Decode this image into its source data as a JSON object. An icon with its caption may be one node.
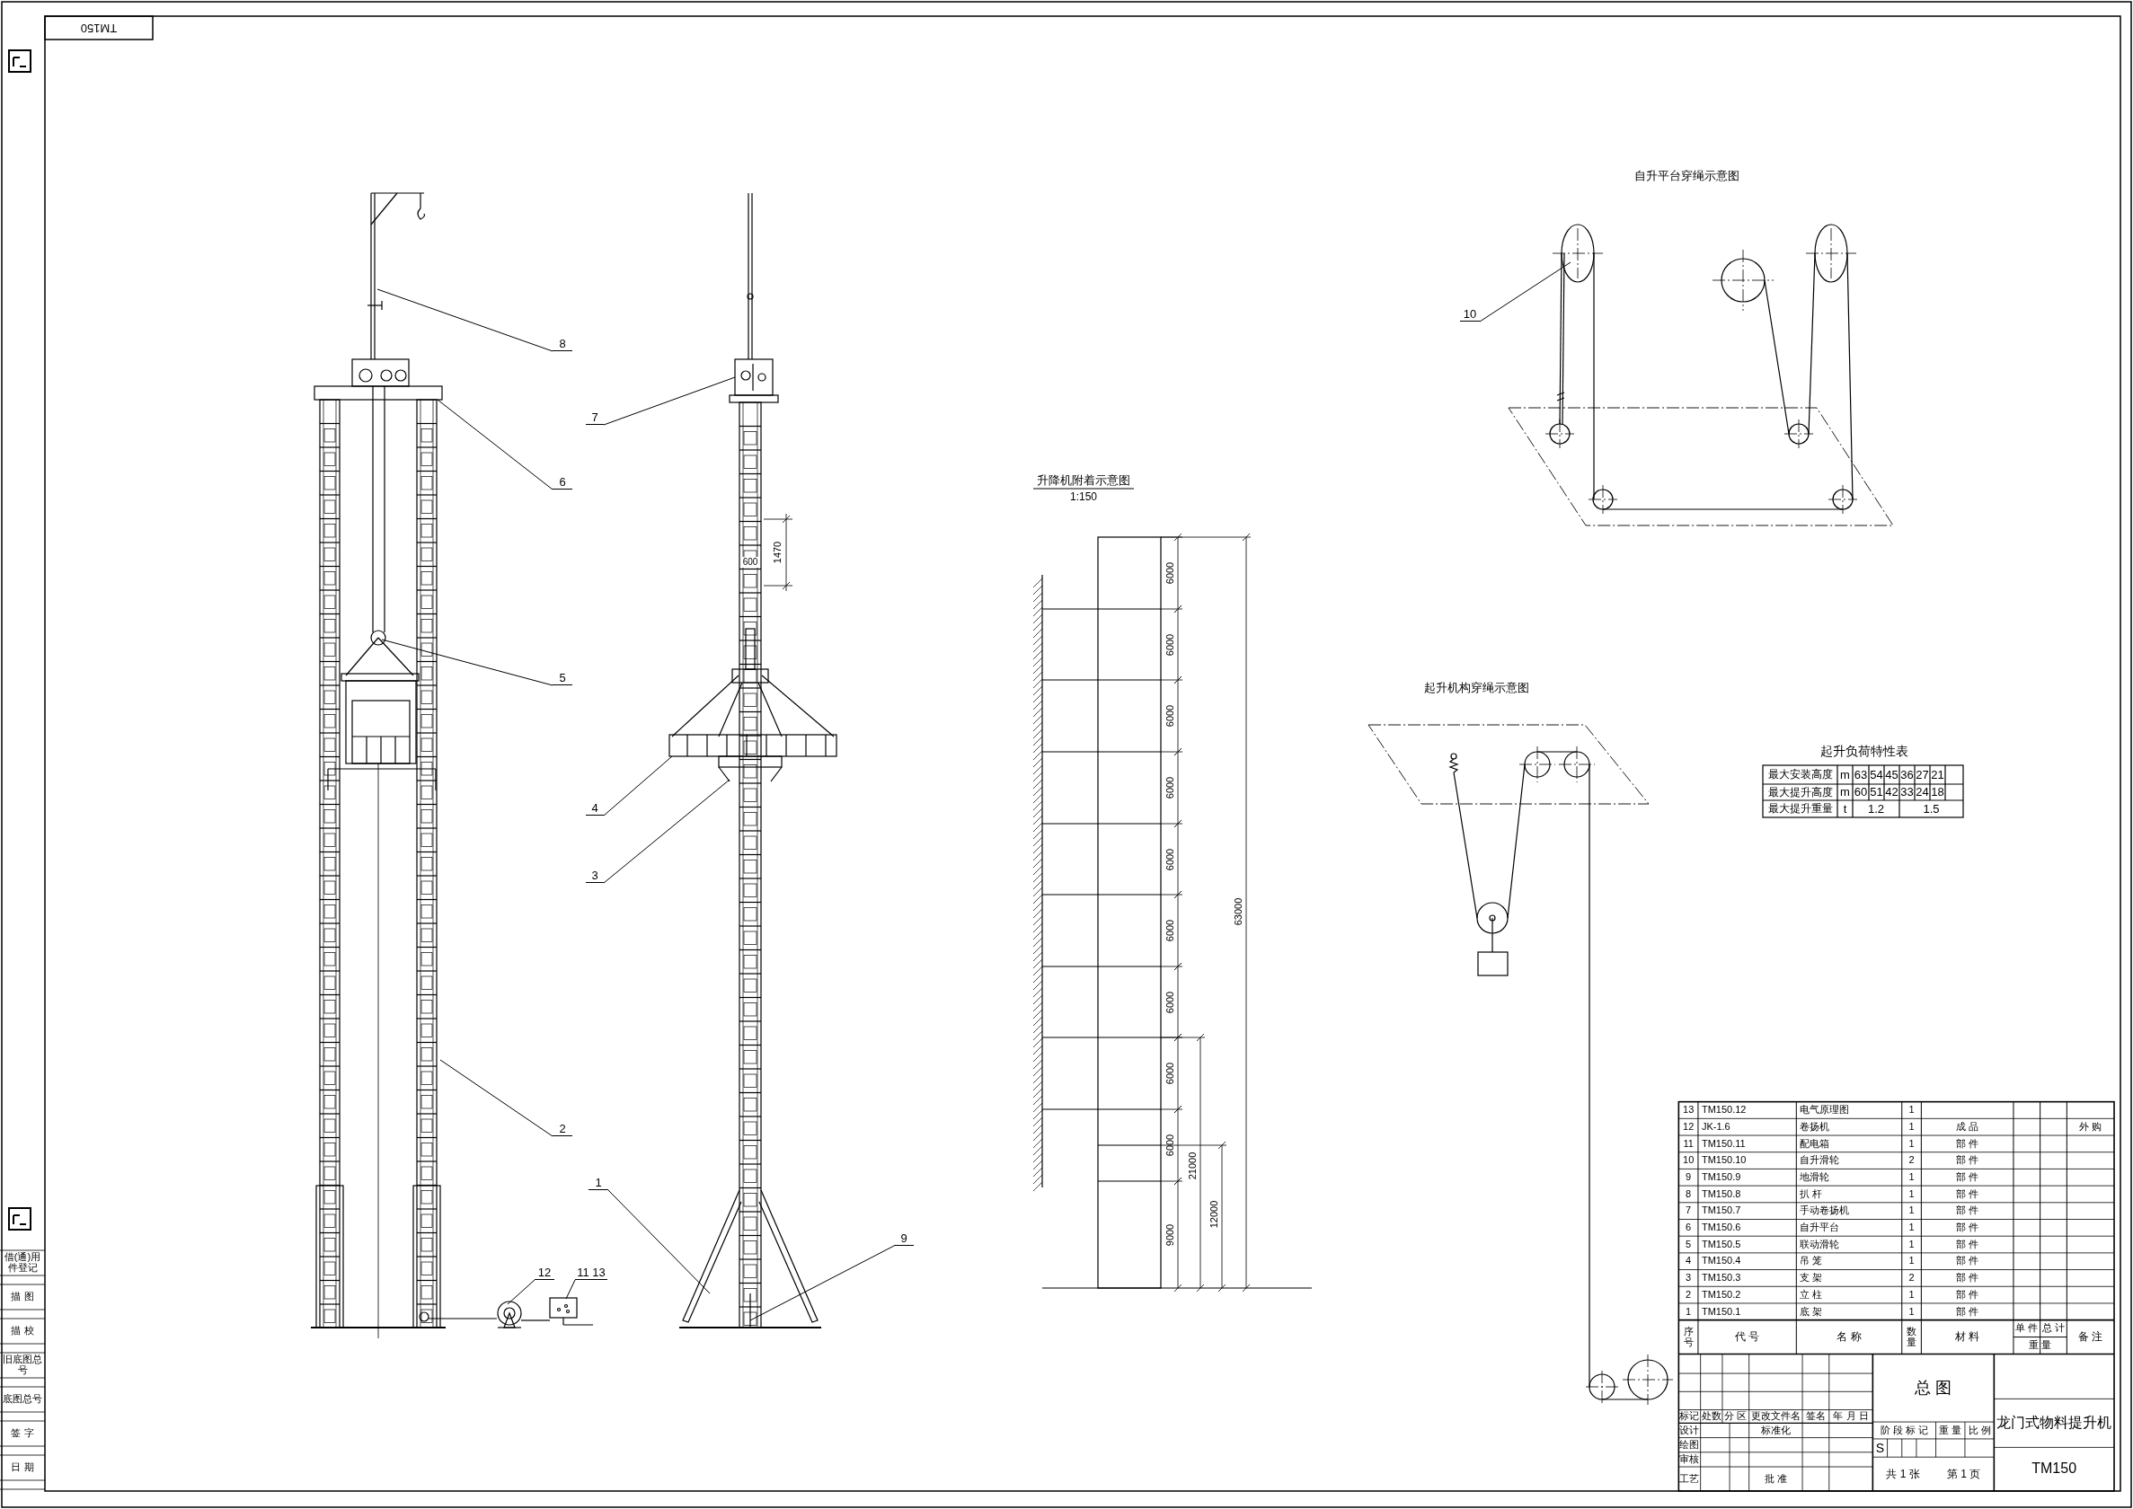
{
  "diagram": {
    "nodes": [
      {
        "text": [
          "8"
        ]
      },
      {
        "text": [
          "10"
        ]
      },
      {
        "text": [
          "7"
        ]
      },
      {
        "text": [
          "6"
        ]
      },
      {
        "text": [
          "5"
        ]
      },
      {
        "text": [
          "4"
        ]
      },
      {
        "text": [
          "3"
        ]
      },
      {
        "text": [
          "2"
        ]
      },
      {
        "text": [
          "1"
        ]
      },
      {
        "text": [
          "9"
        ]
      },
      {
        "text": [
          "12"
        ]
      },
      {
        "text": [
          "11",
          "13"
        ]
      },
      {
        "text": [],
        "shape": "picture"
      },
      {
        "text": [],
        "shape": "picture"
      },
      {
        "text": [],
        "shape": "picture"
      },
      {
        "text": [],
        "shape": "picture"
      },
      {
        "text": [],
        "shape": "picture"
      }
    ],
    "edges": [
      {
        "from": 0,
        "to": 12,
        "arrow": "none"
      },
      {
        "from": 1,
        "to": 14,
        "arrow": "none"
      },
      {
        "from": 2,
        "to": 13,
        "arrow": "none"
      },
      {
        "from": 3,
        "to": 12,
        "arrow": "none"
      },
      {
        "from": 4,
        "to": 12,
        "arrow": "none"
      },
      {
        "from": 5,
        "to": 13,
        "arrow": "none"
      },
      {
        "from": 6,
        "to": 13,
        "arrow": "none"
      },
      {
        "from": 7,
        "to": 12,
        "arrow": "none"
      },
      {
        "from": 8,
        "to": 13,
        "arrow": "none"
      },
      {
        "from": 9,
        "to": 13,
        "arrow": "none"
      },
      {
        "from": 10,
        "to": 15,
        "arrow": "none"
      },
      {
        "from": 11,
        "to": 16,
        "arrow": "none"
      },
      {
        "from": 15,
        "to": 16,
        "arrow": "none"
      }
    ],
    "labels": [
      "TM150",
      "升降机附着示意图",
      "1:150",
      "6000",
      "6000",
      "6000",
      "6000",
      "6000",
      "6000",
      "6000",
      "6000",
      "6000",
      "9000",
      "63000",
      "21000",
      "12000",
      "1470",
      "600",
      "自升平台穿绳示意图",
      "起升机构穿绳示意图",
      "起升负荷特性表",
      "最大安装高度",
      "m",
      "63",
      "54",
      "45",
      "36",
      "27",
      "21",
      "最大提升高度",
      "m",
      "60",
      "51",
      "42",
      "33",
      "24",
      "18",
      "最大提升重量",
      "t",
      "1.2",
      "1.5",
      "13",
      "TM150.12",
      "电气原理图",
      "1",
      "12",
      "JK-1.6",
      "卷扬机",
      "1",
      "成 品",
      "外 购",
      "11",
      "TM150.11",
      "配电箱",
      "1",
      "部 件",
      "10",
      "TM150.10",
      "自升滑轮",
      "2",
      "部 件",
      "9",
      "TM150.9",
      "地滑轮",
      "1",
      "部 件",
      "8",
      "TM150.8",
      "扒 杆",
      "1",
      "部 件",
      "7",
      "TM150.7",
      "手动卷扬机",
      "1",
      "部 件",
      "6",
      "TM150.6",
      "自升平台",
      "1",
      "部 件",
      "5",
      "TM150.5",
      "联动滑轮",
      "1",
      "部 件",
      "4",
      "TM150.4",
      "吊 笼",
      "1",
      "部 件",
      "3",
      "TM150.3",
      "支 架",
      "2",
      "部 件",
      "2",
      "TM150.2",
      "立 柱",
      "1",
      "部 件",
      "1",
      "TM150.1",
      "底 架",
      "1",
      "部 件",
      "序号",
      "代 号",
      "名 称",
      "数量",
      "材 料",
      "单 件",
      "总 计",
      "重 量",
      "备 注",
      "标记",
      "处数",
      "分 区",
      "更改文件名",
      "签名",
      "年 月 日",
      "设计",
      "标准化",
      "绘图",
      "审核",
      "工艺",
      "批 准",
      "总 图",
      "阶 段 标 记",
      "重 量",
      "比 例",
      "S",
      "共 1 张",
      "第 1 页",
      "龙门式物料提升机",
      "TM150",
      "借(通)用件登记",
      "描 图",
      "描 校",
      "旧底图总号",
      "底图总号",
      "签 字",
      "日 期"
    ]
  }
}
